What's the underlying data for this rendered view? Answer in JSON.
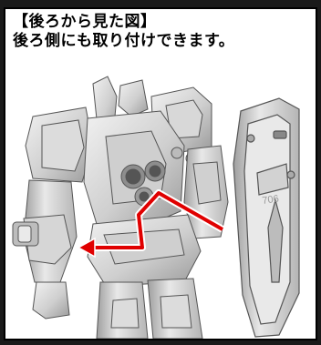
{
  "caption": {
    "title": "【後ろから見た図】",
    "subtitle": "後ろ側にも取り付けできます。"
  },
  "shield": {
    "marking": "706"
  },
  "colors": {
    "frame": "#1a1a1a",
    "panel": "#ffffff",
    "arrow": "#e00000",
    "model_light": "#e6e6e6",
    "model_mid": "#bdbdbd",
    "model_dark": "#7a7a7a"
  },
  "icons": {
    "direction_arrow": "red-arrow-icon"
  }
}
